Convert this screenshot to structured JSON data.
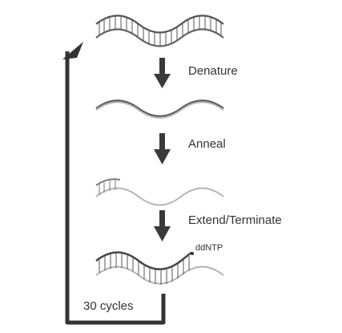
{
  "steps": {
    "denature": "Denature",
    "anneal": "Anneal",
    "extend": "Extend/Terminate"
  },
  "labels": {
    "ddntp": "ddNTP",
    "cycles": "30 cycles"
  },
  "colors": {
    "strand_dark": "#555555",
    "strand_light": "#b4b4b4",
    "arrow": "#3a3a3a",
    "text": "#333333"
  }
}
